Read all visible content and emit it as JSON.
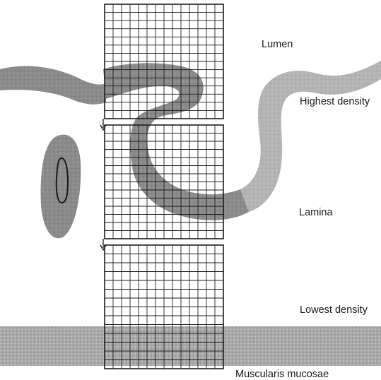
{
  "labels": {
    "lumen": "Lumen",
    "highest_density": "Highest density",
    "lamina": "Lamina",
    "lowest_density": "Lowest density",
    "muscularis_mucosae": "Muscularis mucosae"
  },
  "grid": {
    "columns": 14,
    "panels": [
      {
        "name": "top",
        "rows": 14
      },
      {
        "name": "middle",
        "rows": 14
      },
      {
        "name": "bottom",
        "rows": 14
      }
    ]
  },
  "colors": {
    "tissue_dark": "#8a8a8a",
    "tissue_light": "#b4b4b4",
    "overlap_dark": "#5e5e5e",
    "muscularis": "#a8a8a8",
    "grid_line": "#1e1e1e",
    "background": "#ffffff",
    "faint_text": "#e8e8e8"
  }
}
